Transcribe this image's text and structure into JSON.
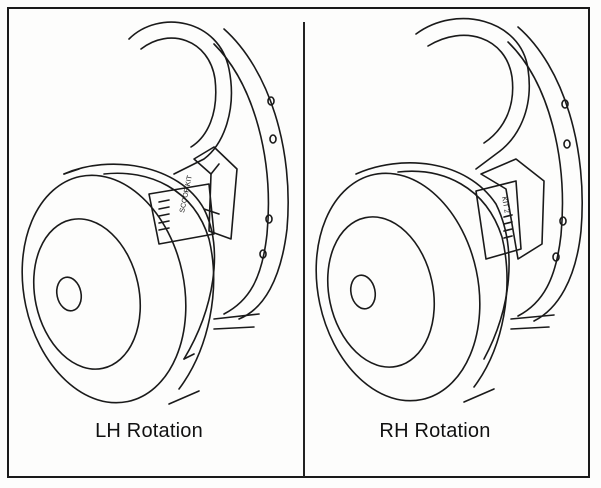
{
  "figure": {
    "panels": [
      {
        "caption": "LH Rotation",
        "orientation": "left-hand rotation"
      },
      {
        "caption": "RH Rotation",
        "orientation": "right-hand rotation"
      }
    ],
    "label_text_lh": "SCOOP KIT",
    "label_text_rh": "KIT 2"
  }
}
